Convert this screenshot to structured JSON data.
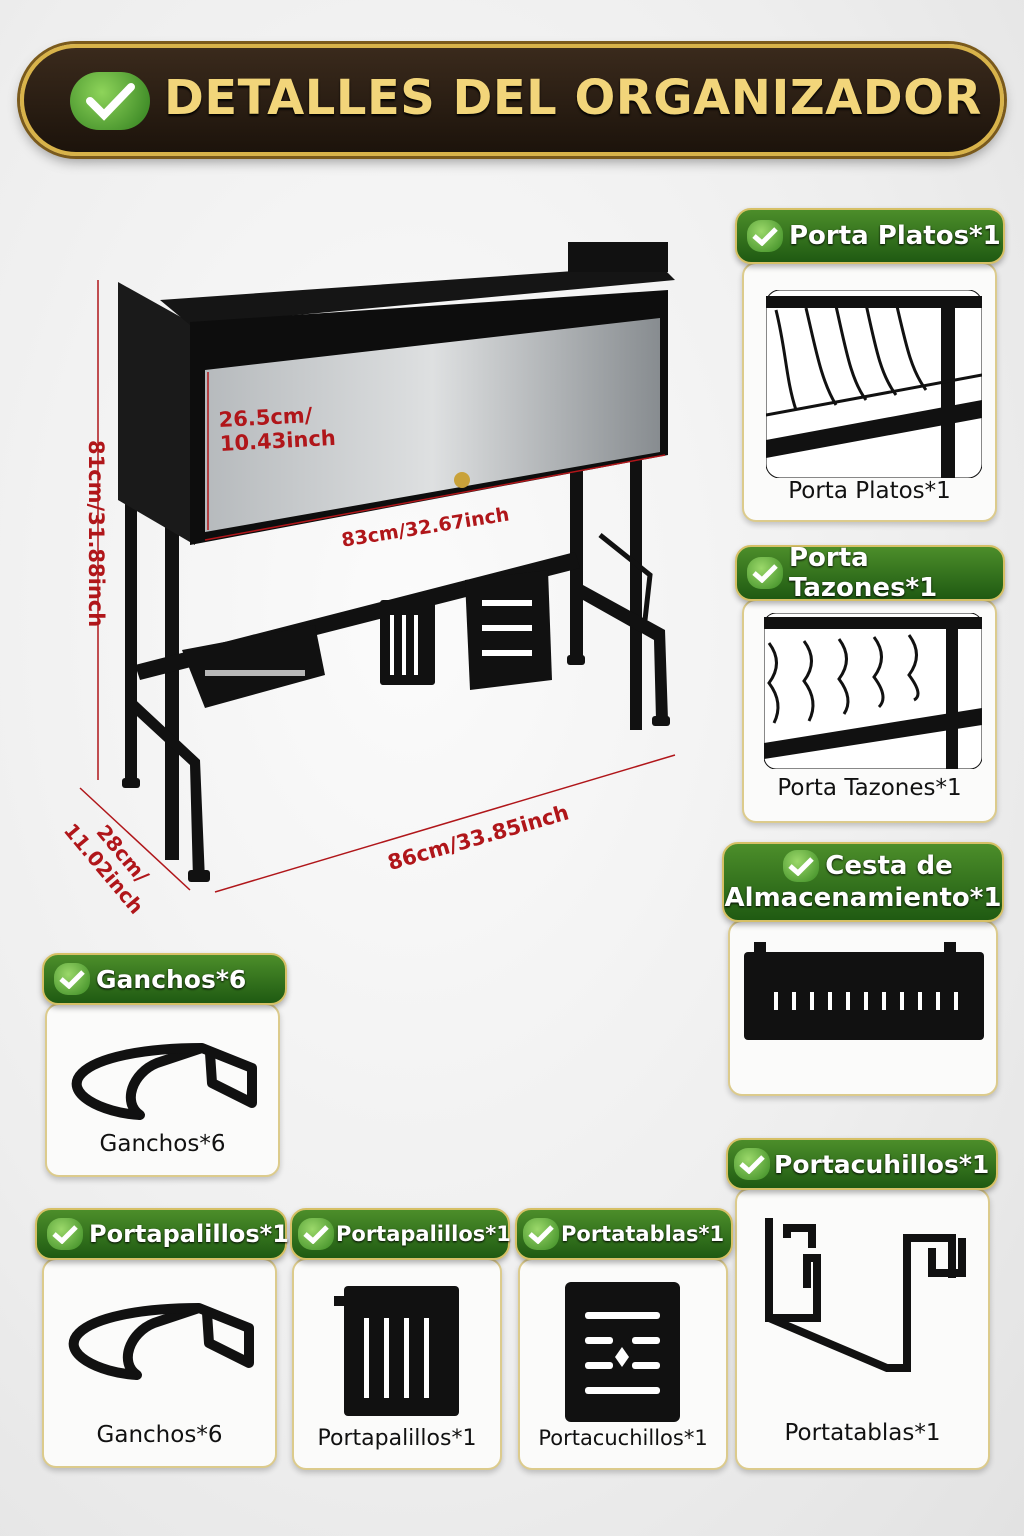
{
  "banner": {
    "title": "DETALLES DEL ORGANIZADOR",
    "icon": "check-icon"
  },
  "dimensions": {
    "height_total": "81cm/31.88inch",
    "width_total": "86cm/33.85inch",
    "depth": [
      "28cm/",
      "11.02inch"
    ],
    "cabinet_width": "83cm/32.67inch",
    "cabinet_height": [
      "26.5cm/",
      "10.43inch"
    ]
  },
  "colors": {
    "accent_green": "#2f7a1a",
    "gold": "#d8b34a",
    "dimension_red": "#b0161a"
  },
  "cards": [
    {
      "title": "Porta Platos*1",
      "caption": "Porta Platos*1"
    },
    {
      "title": "Porta Tazones*1",
      "caption": "Porta Tazones*1"
    },
    {
      "title_lines": [
        "Cesta de",
        "Almacenamiento*1"
      ]
    },
    {
      "title": "Ganchos*6",
      "caption": "Ganchos*6"
    },
    {
      "title": "Portapalillos*1",
      "caption": "Ganchos*6"
    },
    {
      "title": "Portapalillos*1",
      "caption": "Portapalillos*1"
    },
    {
      "title": "Portatablas*1",
      "caption": "Portacuchillos*1"
    },
    {
      "title": "Portacuhillos*1",
      "caption": "Portatablas*1"
    }
  ]
}
